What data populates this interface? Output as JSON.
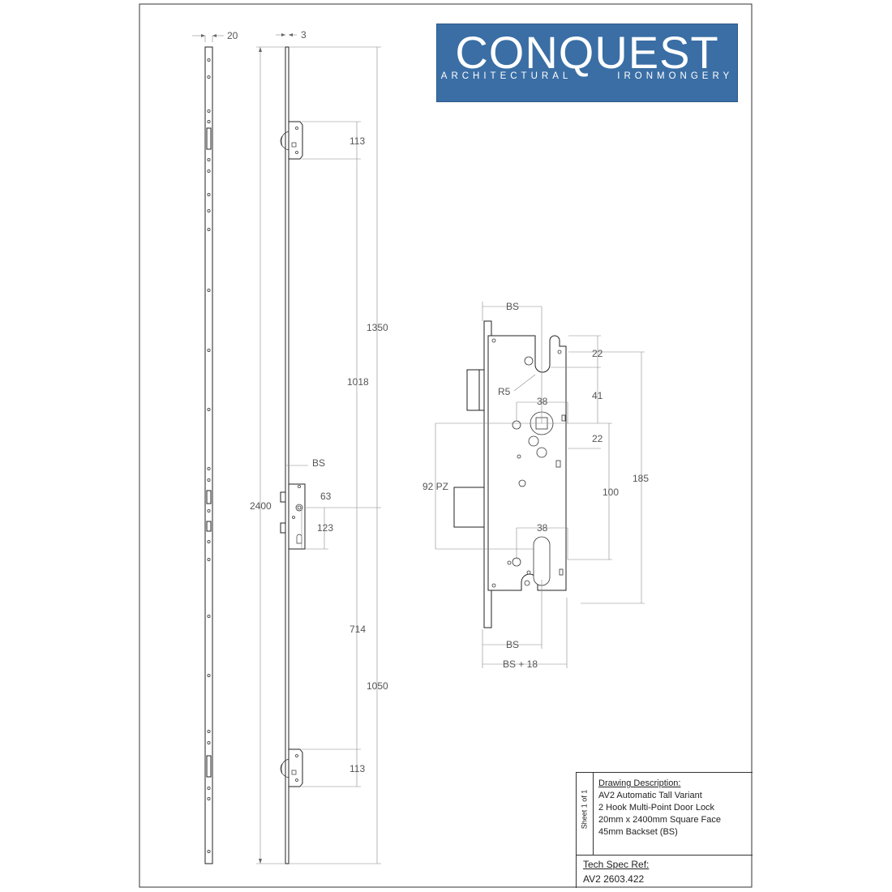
{
  "logo": {
    "brand": "CONQUEST",
    "sub_left": "ARCHITECTURAL",
    "sub_right": "IRONMONGERY",
    "bg": "#3a6ea5"
  },
  "dimensions": {
    "faceplate_width": "20",
    "rod_thickness": "3",
    "total_height": "2400",
    "upper_hook_top": "113",
    "upper_span": "1350",
    "upper_inner": "1018",
    "backset_mid": "BS",
    "spindle_offset": "63",
    "cylinder_offset": "123",
    "lower_inner": "714",
    "lower_span": "1050",
    "lower_hook": "113"
  },
  "detail": {
    "bs_top": "BS",
    "d22_top": "22",
    "r5": "R5",
    "d38_top": "38",
    "d41": "41",
    "d22_mid": "22",
    "pz": "92 PZ",
    "d100": "100",
    "d185": "185",
    "d38_bottom": "38",
    "bs_bottom": "BS",
    "bs18": "BS + 18"
  },
  "title_block": {
    "sheet": "Sheet 1 of 1",
    "heading": "Drawing Description:",
    "lines": [
      "AV2 Automatic Tall Variant",
      "2 Hook Multi-Point Door Lock",
      "20mm x 2400mm Square Face",
      "45mm Backset (BS)"
    ],
    "ref_heading": "Tech Spec Ref:",
    "ref_value": "AV2 2603.422"
  }
}
